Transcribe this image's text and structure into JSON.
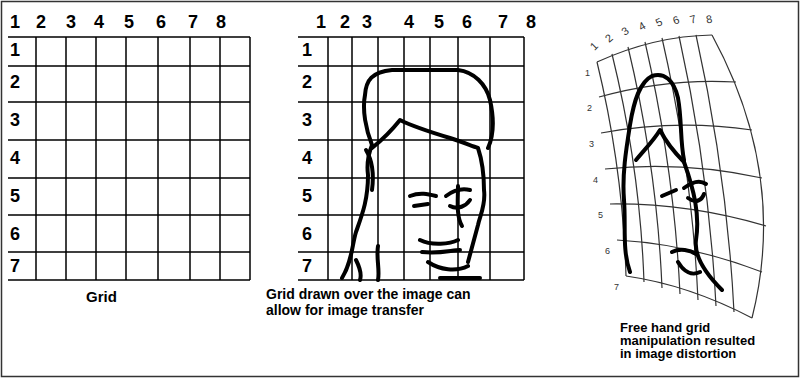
{
  "diagram": {
    "labels": [
      "1",
      "2",
      "3",
      "4",
      "5",
      "6",
      "7",
      "8",
      "1",
      "2",
      "3",
      "4",
      "5",
      "6",
      "7",
      "1",
      "2",
      "3",
      "4",
      "5",
      "6",
      "7",
      "8",
      "1",
      "2",
      "3",
      "4",
      "5",
      "6",
      "7",
      "1",
      "2",
      "3",
      "4",
      "5",
      "6",
      "7",
      "8",
      "1",
      "2",
      "3",
      "4",
      "5",
      "6",
      "7",
      "Grid",
      "Grid drawn over the image can allow for image transfer",
      "Free hand grid manipulation resulted in image distortion"
    ]
  }
}
